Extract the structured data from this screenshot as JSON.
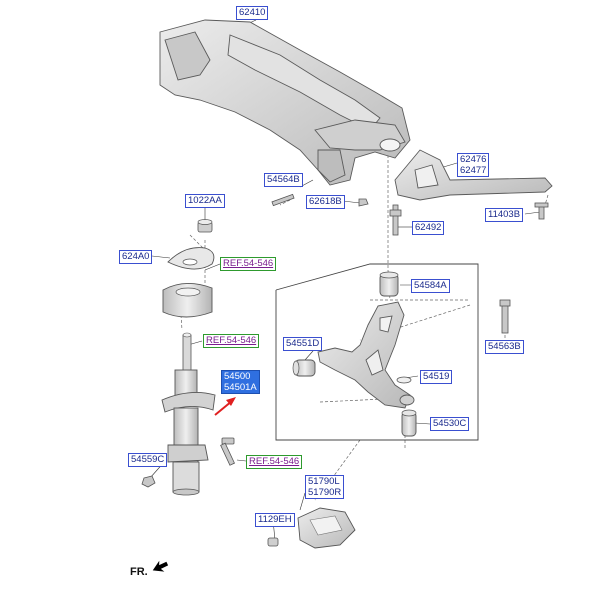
{
  "labels": {
    "p62410": "62410",
    "p54564B": "54564B",
    "p62618B": "62618B",
    "p62476": "62476",
    "p62477": "62477",
    "p11403B": "11403B",
    "p1022AA": "1022AA",
    "p62492": "62492",
    "p624A0": "624A0",
    "ref1": "REF.54-546",
    "p54584A": "54584A",
    "ref2": "REF.54-546",
    "p54551D": "54551D",
    "p54563B": "54563B",
    "p54500": "54500",
    "p54501A": "54501A",
    "p54519": "54519",
    "p54530C": "54530C",
    "p54559C": "54559C",
    "ref3": "REF.54-546",
    "p51790L": "51790L",
    "p51790R": "51790R",
    "p1129EH": "1129EH",
    "fr": "FR."
  },
  "colors": {
    "label_text": "#1a2a8c",
    "label_border": "#3a4fd0",
    "ref_text": "#7a1d8f",
    "ref_border": "#2e9a2e",
    "highlight": "#2f6fe0",
    "arrow": "#e02020",
    "part_fill": "#d6d6d6",
    "part_stroke": "#5a5a5a"
  }
}
